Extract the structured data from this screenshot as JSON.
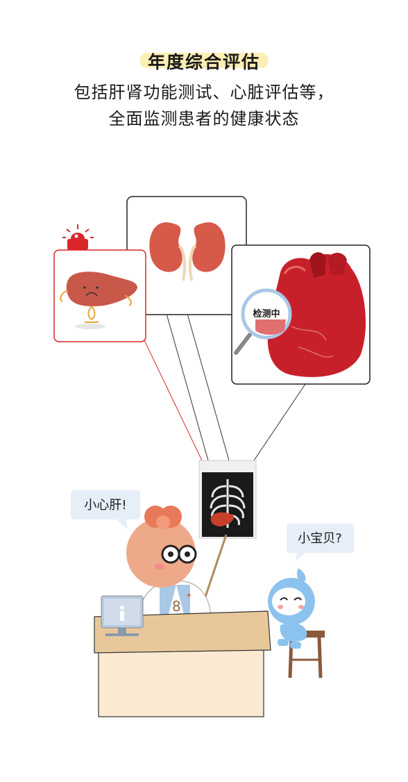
{
  "header": {
    "title": "年度综合评估",
    "subtitle_line1": "包括肝肾功能测试、心脏评估等，",
    "subtitle_line2": "全面监测患者的健康状态"
  },
  "cards": {
    "heart_magnifier_label": "检测中"
  },
  "bubbles": {
    "doctor": "小心肝!",
    "patient": "小宝贝?"
  },
  "colors": {
    "liver": "#c8584a",
    "alert_red": "#d9262b",
    "title_highlight": "#fcefb4",
    "kidney": "#d65a4a",
    "heart": "#c8202a",
    "desk": "#e8c89a",
    "doctor_skin": "#eea98a",
    "patient_blue": "#8cc3ee"
  }
}
